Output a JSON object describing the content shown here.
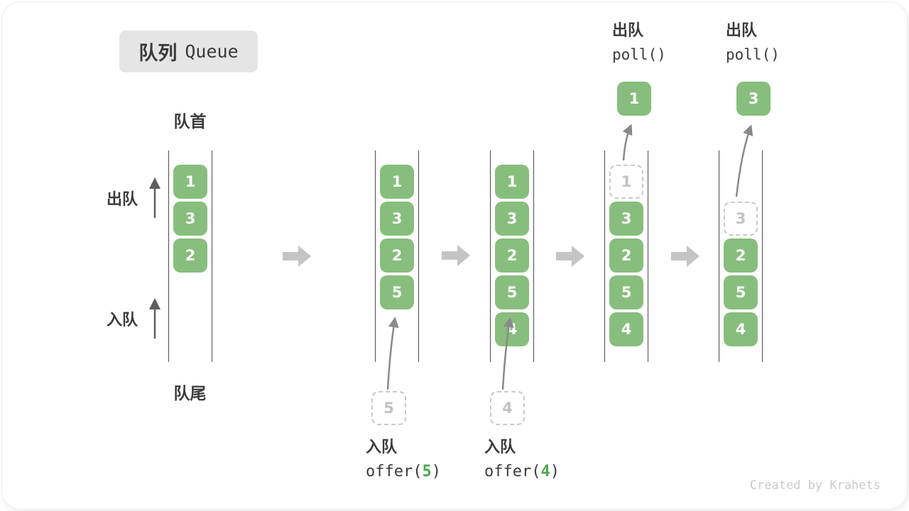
{
  "title": {
    "zh": "队列",
    "en": "Queue"
  },
  "labels": {
    "front": "队首",
    "rear": "队尾",
    "dequeue": "出队",
    "enqueue": "入队"
  },
  "watermark": "Created by Krahets",
  "colors": {
    "box_green": "#87be7d",
    "arg_green": "#4fa54f",
    "block_arrow_gray": "#c4c4c4",
    "dashed_gray": "#c9c9c9",
    "text_dark": "#3b3b3b"
  },
  "icons": {
    "block_arrow": "right-block-arrow",
    "thin_arrow": "up-arrow"
  },
  "states": [
    {
      "name": "initial",
      "slots": [
        {
          "value": "1"
        },
        {
          "value": "3"
        },
        {
          "value": "2"
        }
      ]
    },
    {
      "name": "after-offer-5",
      "slots": [
        {
          "value": "1"
        },
        {
          "value": "3"
        },
        {
          "value": "2"
        },
        {
          "value": "5"
        }
      ],
      "pending": {
        "value": "5"
      },
      "op": {
        "label": "入队",
        "code_pre": "offer(",
        "arg": "5",
        "code_post": ")"
      }
    },
    {
      "name": "after-offer-4",
      "slots": [
        {
          "value": "1"
        },
        {
          "value": "3"
        },
        {
          "value": "2"
        },
        {
          "value": "5"
        },
        {
          "value": "4"
        }
      ],
      "pending": {
        "value": "4"
      },
      "op": {
        "label": "入队",
        "code_pre": "offer(",
        "arg": "4",
        "code_post": ")"
      }
    },
    {
      "name": "after-poll-1",
      "slots": [
        {
          "value": "1",
          "dashed": true
        },
        {
          "value": "3"
        },
        {
          "value": "2"
        },
        {
          "value": "5"
        },
        {
          "value": "4"
        }
      ],
      "popped": {
        "value": "1"
      },
      "op": {
        "label": "出队",
        "code": "poll()"
      }
    },
    {
      "name": "after-poll-3",
      "slots": [
        {
          "value": "3",
          "dashed": true
        },
        {
          "value": "2"
        },
        {
          "value": "5"
        },
        {
          "value": "4"
        }
      ],
      "popped": {
        "value": "3"
      },
      "op": {
        "label": "出队",
        "code": "poll()"
      }
    }
  ]
}
